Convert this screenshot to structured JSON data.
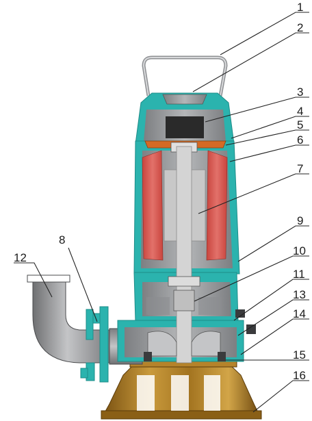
{
  "callouts": [
    {
      "id": "1",
      "label": "1"
    },
    {
      "id": "2",
      "label": "2"
    },
    {
      "id": "3",
      "label": "3"
    },
    {
      "id": "4",
      "label": "4"
    },
    {
      "id": "5",
      "label": "5"
    },
    {
      "id": "6",
      "label": "6"
    },
    {
      "id": "7",
      "label": "7"
    },
    {
      "id": "8",
      "label": "8"
    },
    {
      "id": "9",
      "label": "9"
    },
    {
      "id": "10",
      "label": "10"
    },
    {
      "id": "11",
      "label": "11"
    },
    {
      "id": "12",
      "label": "12"
    },
    {
      "id": "13",
      "label": "13"
    },
    {
      "id": "14",
      "label": "14"
    },
    {
      "id": "15",
      "label": "15"
    },
    {
      "id": "16",
      "label": "16"
    }
  ],
  "colors": {
    "casing": "#2bb3ae",
    "casing_dark": "#1e8c88",
    "interior": "#9c9ea0",
    "interior_light": "#c9cbcd",
    "shaft": "#c8c8c8",
    "stator": "#d8584f",
    "terminal_block": "#2a2a2a",
    "seal_orange": "#d46a25",
    "base_stand": "#a8761f",
    "pipe": "#9a9a9c"
  }
}
